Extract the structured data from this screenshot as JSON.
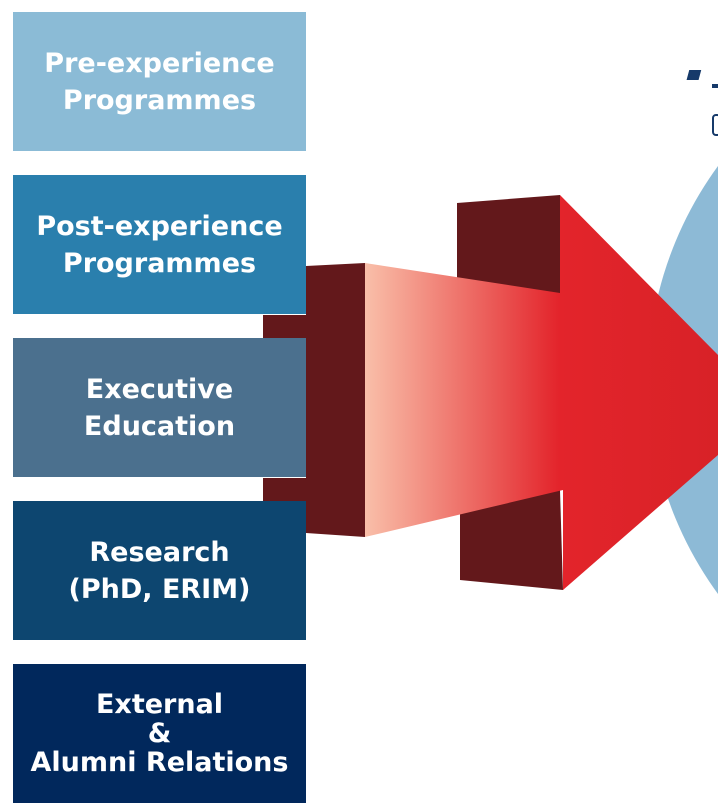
{
  "boxes": [
    {
      "lines": [
        "Pre-experience",
        "Programmes"
      ]
    },
    {
      "lines": [
        "Post-experience",
        "Programmes"
      ]
    },
    {
      "lines": [
        "Executive",
        "Education"
      ]
    },
    {
      "lines": [
        "Research",
        "(PhD, ERIM)"
      ]
    },
    {
      "lines": [
        "External",
        "&",
        "Alumni Relations"
      ]
    }
  ],
  "colors": {
    "box_1": "#8bbbd6",
    "box_2": "#2a7fad",
    "box_3": "#4b708e",
    "box_4": "#0d4670",
    "box_5": "#01285c",
    "arrow_light": "#f9bfa9",
    "arrow_red": "#e3242b",
    "arrow_shadow": "#63181b",
    "circle": "#8dbad6",
    "text": "#ffffff"
  },
  "icons": [
    "arrow-shape",
    "target-circle"
  ]
}
